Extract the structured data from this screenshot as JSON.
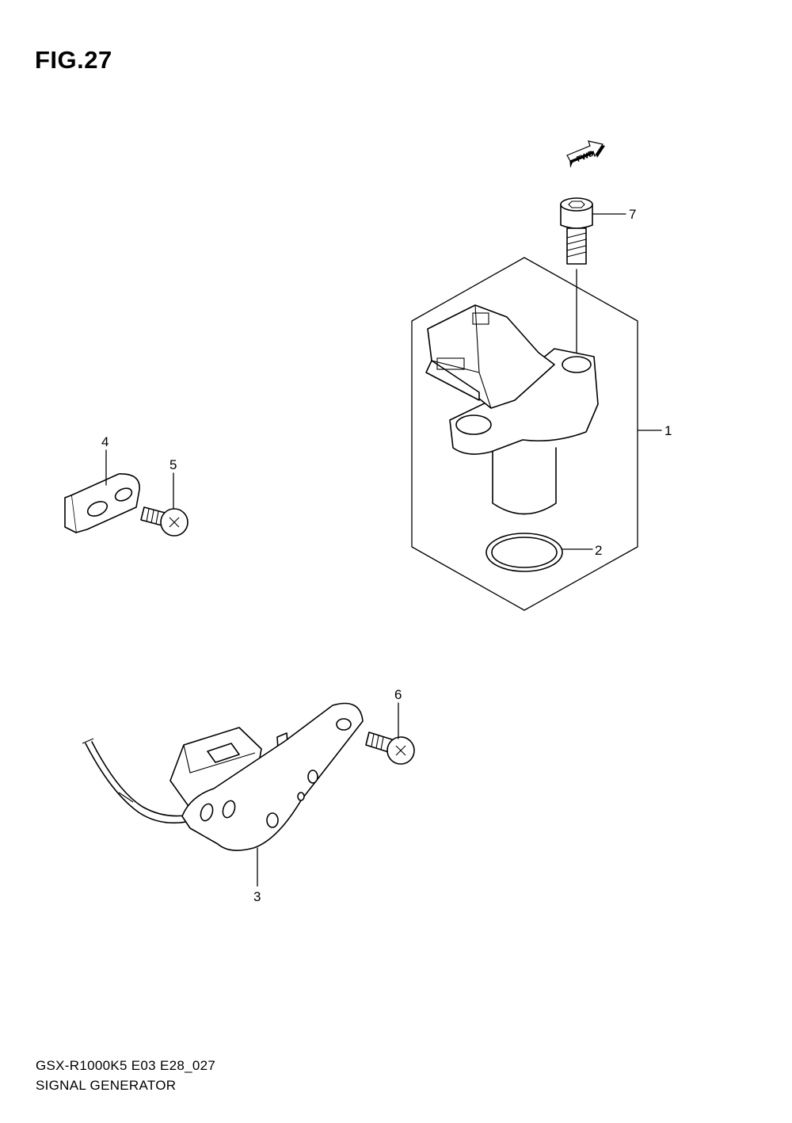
{
  "figure": {
    "title": "FIG.27",
    "model_code": "GSX-R1000K5 E03 E28_027",
    "assembly_name": "SIGNAL GENERATOR"
  },
  "fwd_marker": {
    "label": "FWD"
  },
  "callouts": [
    {
      "number": "1"
    },
    {
      "number": "2"
    },
    {
      "number": "3"
    },
    {
      "number": "4"
    },
    {
      "number": "5"
    },
    {
      "number": "6"
    },
    {
      "number": "7"
    }
  ]
}
